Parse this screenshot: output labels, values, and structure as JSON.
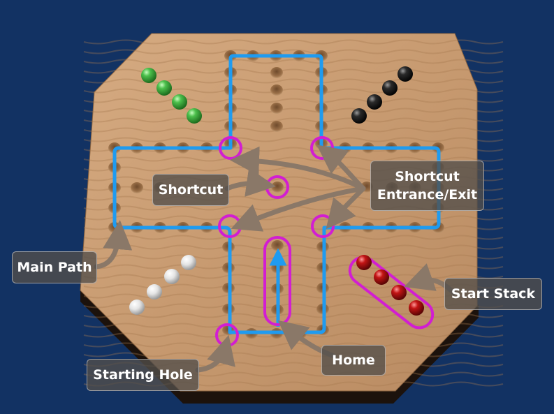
{
  "labels": {
    "shortcut": "Shortcut",
    "shortcut_entrance_exit_line1": "Shortcut",
    "shortcut_entrance_exit_line2": "Entrance/Exit",
    "main_path": "Main Path",
    "start_stack": "Start Stack",
    "home": "Home",
    "starting_hole": "Starting Hole"
  },
  "colors": {
    "background": "#123263",
    "board": "#c79a70",
    "path_line": "#1f9bf0",
    "highlight_ring": "#d21ed2",
    "callout_bg": "#524e4a",
    "arrow": "#8a7868",
    "marble_green": "#4cc04c",
    "marble_black": "#1a1a1a",
    "marble_white": "#e6e6e6",
    "marble_red": "#c21414"
  },
  "marbles": {
    "green_count": 4,
    "black_count": 4,
    "white_count": 4,
    "red_count": 4
  }
}
